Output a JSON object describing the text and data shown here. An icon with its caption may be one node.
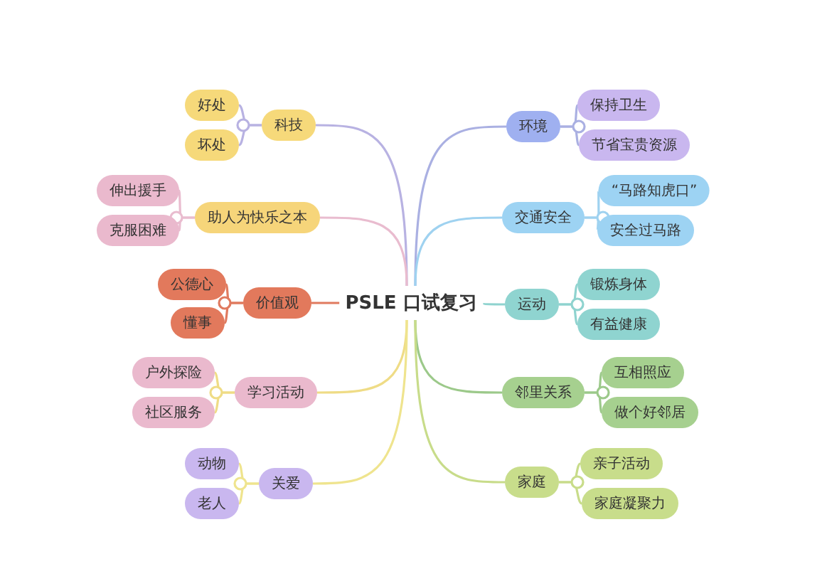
{
  "diagram": {
    "nodes": [
      {
        "text": [
          "PSLE 口试复习"
        ]
      },
      {
        "text": [
          "科技"
        ]
      },
      {
        "text": [
          "好处"
        ]
      },
      {
        "text": [
          "坏处"
        ]
      },
      {
        "text": [
          "助人为快乐之本"
        ]
      },
      {
        "text": [
          "伸出援手"
        ]
      },
      {
        "text": [
          "克服困难"
        ]
      },
      {
        "text": [
          "价值观"
        ]
      },
      {
        "text": [
          "公德心"
        ]
      },
      {
        "text": [
          "懂事"
        ]
      },
      {
        "text": [
          "学习活动"
        ]
      },
      {
        "text": [
          "户外探险"
        ]
      },
      {
        "text": [
          "社区服务"
        ]
      },
      {
        "text": [
          "关爱"
        ]
      },
      {
        "text": [
          "动物"
        ]
      },
      {
        "text": [
          "老人"
        ]
      },
      {
        "text": [
          "环境"
        ]
      },
      {
        "text": [
          "保持卫生"
        ]
      },
      {
        "text": [
          "节省宝贵资源"
        ]
      },
      {
        "text": [
          "交通安全"
        ]
      },
      {
        "text": [
          "“马路知虎口”"
        ]
      },
      {
        "text": [
          "安全过马路"
        ]
      },
      {
        "text": [
          "运动"
        ]
      },
      {
        "text": [
          "锻炼身体"
        ]
      },
      {
        "text": [
          "有益健康"
        ]
      },
      {
        "text": [
          "邻里关系"
        ]
      },
      {
        "text": [
          "互相照应"
        ]
      },
      {
        "text": [
          "做个好邻居"
        ]
      },
      {
        "text": [
          "家庭"
        ]
      },
      {
        "text": [
          "亲子活动"
        ]
      },
      {
        "text": [
          "家庭凝聚力"
        ]
      }
    ],
    "edges": [
      {
        "from": 0,
        "to": 1,
        "arrow": "none",
        "color": "#b8b2e2"
      },
      {
        "from": 0,
        "to": 4,
        "arrow": "none",
        "color": "#e9bccf"
      },
      {
        "from": 0,
        "to": 7,
        "arrow": "none",
        "color": "#e07a5f"
      },
      {
        "from": 0,
        "to": 10,
        "arrow": "none",
        "color": "#efdc86"
      },
      {
        "from": 0,
        "to": 13,
        "arrow": "none",
        "color": "#efe48e"
      },
      {
        "from": 0,
        "to": 16,
        "arrow": "none",
        "color": "#aab0e2"
      },
      {
        "from": 0,
        "to": 19,
        "arrow": "none",
        "color": "#9fd2f0"
      },
      {
        "from": 0,
        "to": 22,
        "arrow": "none",
        "color": "#8fd3cf"
      },
      {
        "from": 0,
        "to": 25,
        "arrow": "none",
        "color": "#9cc98a"
      },
      {
        "from": 0,
        "to": 28,
        "arrow": "none",
        "color": "#c8dc8a"
      },
      {
        "from": 1,
        "to": 2,
        "arrow": "none",
        "color": "#b8b2e2"
      },
      {
        "from": 1,
        "to": 3,
        "arrow": "none",
        "color": "#b8b2e2"
      },
      {
        "from": 4,
        "to": 5,
        "arrow": "none",
        "color": "#e9bccf"
      },
      {
        "from": 4,
        "to": 6,
        "arrow": "none",
        "color": "#e9bccf"
      },
      {
        "from": 7,
        "to": 8,
        "arrow": "none",
        "color": "#e07a5f"
      },
      {
        "from": 7,
        "to": 9,
        "arrow": "none",
        "color": "#e07a5f"
      },
      {
        "from": 10,
        "to": 11,
        "arrow": "none",
        "color": "#efdc86"
      },
      {
        "from": 10,
        "to": 12,
        "arrow": "none",
        "color": "#efdc86"
      },
      {
        "from": 13,
        "to": 14,
        "arrow": "none",
        "color": "#efe48e"
      },
      {
        "from": 13,
        "to": 15,
        "arrow": "none",
        "color": "#efe48e"
      },
      {
        "from": 16,
        "to": 17,
        "arrow": "none",
        "color": "#aab0e2"
      },
      {
        "from": 16,
        "to": 18,
        "arrow": "none",
        "color": "#aab0e2"
      },
      {
        "from": 19,
        "to": 20,
        "arrow": "none",
        "color": "#9fd2f0"
      },
      {
        "from": 19,
        "to": 21,
        "arrow": "none",
        "color": "#9fd2f0"
      },
      {
        "from": 22,
        "to": 23,
        "arrow": "none",
        "color": "#8fd3cf"
      },
      {
        "from": 22,
        "to": 24,
        "arrow": "none",
        "color": "#8fd3cf"
      },
      {
        "from": 25,
        "to": 26,
        "arrow": "none",
        "color": "#9cc98a"
      },
      {
        "from": 25,
        "to": 27,
        "arrow": "none",
        "color": "#9cc98a"
      },
      {
        "from": 28,
        "to": 29,
        "arrow": "none",
        "color": "#c8dc8a"
      },
      {
        "from": 28,
        "to": 30,
        "arrow": "none",
        "color": "#c8dc8a"
      }
    ]
  }
}
